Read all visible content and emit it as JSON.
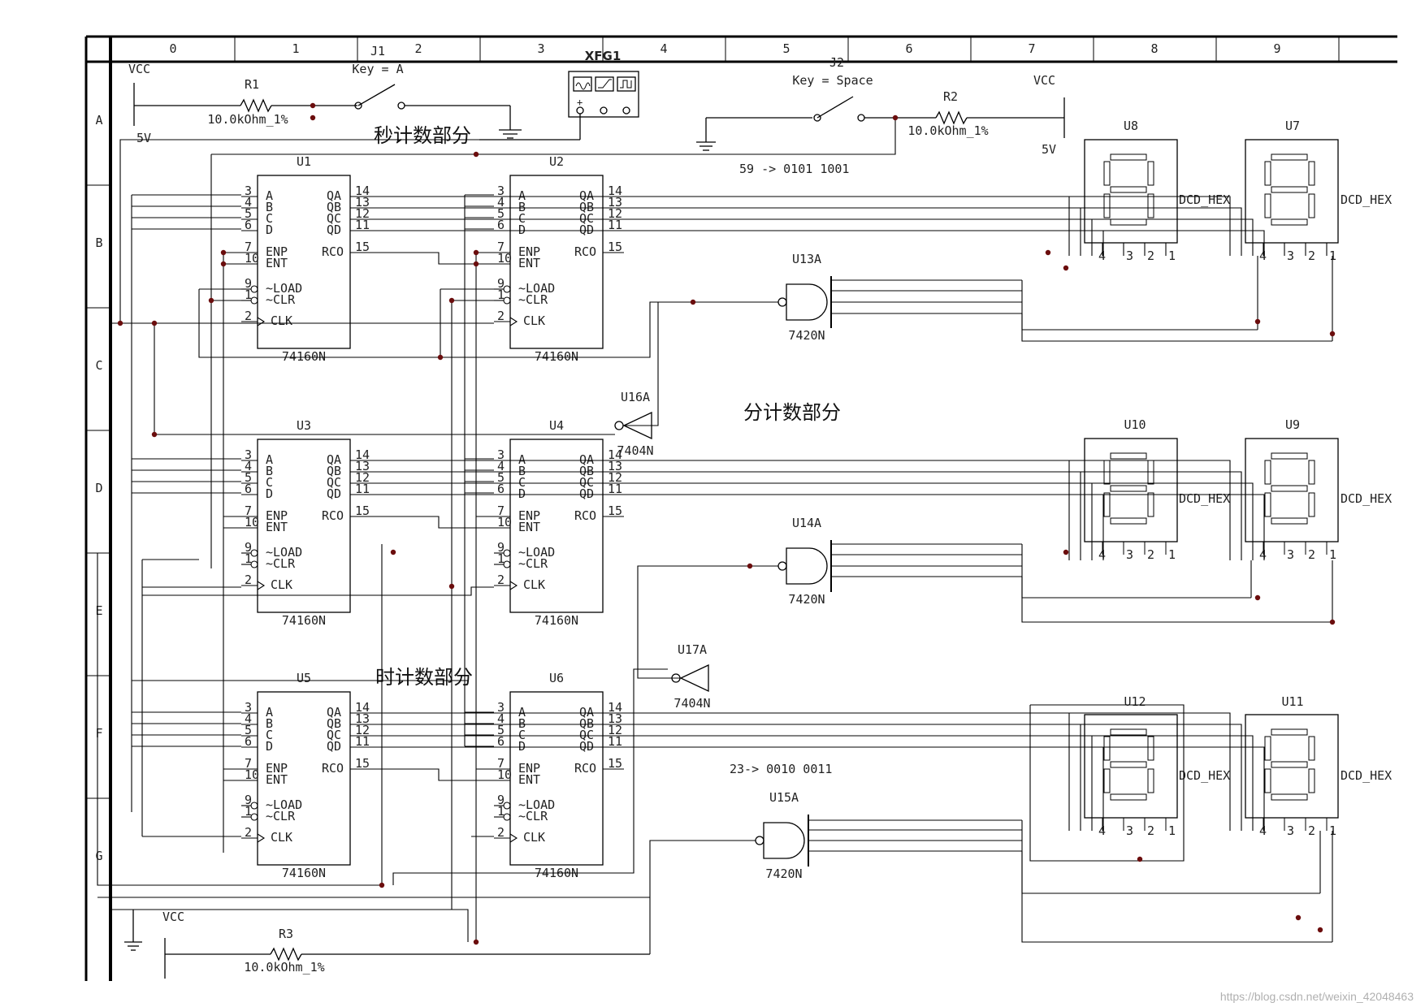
{
  "frame": {
    "columns": [
      "0",
      "1",
      "2",
      "3",
      "4",
      "5",
      "6",
      "7",
      "8",
      "9"
    ],
    "rows": [
      "A",
      "B",
      "C",
      "D",
      "E",
      "F",
      "G"
    ]
  },
  "sections": {
    "seconds": "秒计数部分",
    "minutes": "分计数部分",
    "hours": "时计数部分"
  },
  "notes": {
    "sec_max": "59 -> 0101 1001",
    "hour_max": "23-> 0010 0011"
  },
  "power": {
    "vcc_label": "VCC",
    "vcc_value": "5V"
  },
  "resistors": [
    {
      "ref": "R1",
      "value": "10.0kOhm_1%"
    },
    {
      "ref": "R2",
      "value": "10.0kOhm_1%"
    },
    {
      "ref": "R3",
      "value": "10.0kOhm_1%"
    }
  ],
  "switches": [
    {
      "ref": "J1",
      "key": "Key = A"
    },
    {
      "ref": "J2",
      "key": "Key = Space"
    }
  ],
  "generator": {
    "ref": "XFG1"
  },
  "counters": [
    {
      "ref": "U1",
      "part": "74160N"
    },
    {
      "ref": "U2",
      "part": "74160N"
    },
    {
      "ref": "U3",
      "part": "74160N"
    },
    {
      "ref": "U4",
      "part": "74160N"
    },
    {
      "ref": "U5",
      "part": "74160N"
    },
    {
      "ref": "U6",
      "part": "74160N"
    }
  ],
  "counter_pins": {
    "left_names": [
      "A",
      "B",
      "C",
      "D",
      "ENP",
      "ENT",
      "~LOAD",
      "~CLR",
      "CLK"
    ],
    "left_nums": [
      "3",
      "4",
      "5",
      "6",
      "7",
      "10",
      "9",
      "1",
      "2"
    ],
    "right_names": [
      "QA",
      "QB",
      "QC",
      "QD",
      "RCO"
    ],
    "right_nums": [
      "14",
      "13",
      "12",
      "11",
      "15"
    ]
  },
  "nand_gates": [
    {
      "ref": "U13A",
      "part": "7420N"
    },
    {
      "ref": "U14A",
      "part": "7420N"
    },
    {
      "ref": "U15A",
      "part": "7420N"
    }
  ],
  "inverters": [
    {
      "ref": "U16A",
      "part": "7404N"
    },
    {
      "ref": "U17A",
      "part": "7404N"
    }
  ],
  "displays": [
    {
      "ref": "U8",
      "type": "DCD_HEX"
    },
    {
      "ref": "U7",
      "type": "DCD_HEX"
    },
    {
      "ref": "U10",
      "type": "DCD_HEX"
    },
    {
      "ref": "U9",
      "type": "DCD_HEX"
    },
    {
      "ref": "U12",
      "type": "DCD_HEX"
    },
    {
      "ref": "U11",
      "type": "DCD_HEX"
    }
  ],
  "display_pins": [
    "4",
    "3",
    "2",
    "1"
  ],
  "watermark": "https://blog.csdn.net/weixin_42048463"
}
